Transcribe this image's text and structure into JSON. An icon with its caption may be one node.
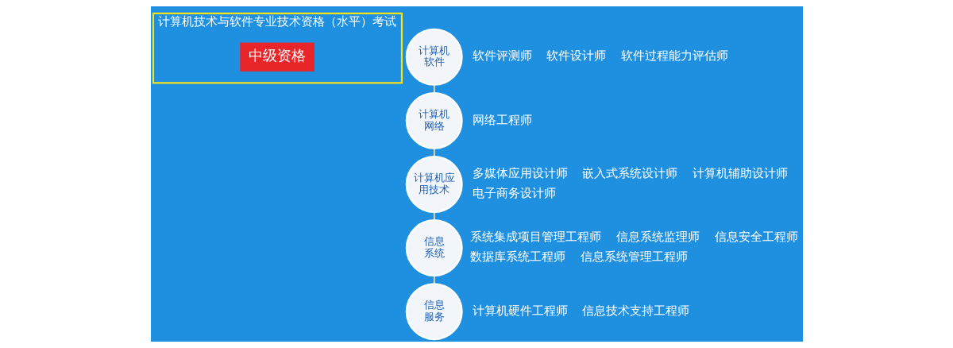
{
  "diagram": {
    "nodes": [
      {
        "text": [
          "计算机技术与软件专业技术资格（水平）考试"
        ]
      },
      {
        "text": [
          "中级资格"
        ],
        "in": 0
      },
      {
        "text": [
          "计算机软件"
        ],
        "beside": [
          "软件评测师",
          "软件设计师",
          "软件过程能力评估师"
        ]
      },
      {
        "text": [
          "计算机网络"
        ],
        "beside": [
          "网络工程师"
        ]
      },
      {
        "text": [
          "计算机应用技术"
        ],
        "beside": [
          "多媒体应用设计师",
          "嵌入式系统设计师",
          "计算机辅助设计师",
          "电子商务设计师"
        ]
      },
      {
        "text": [
          "信息系统"
        ],
        "beside": [
          "系统集成项目管理工程师",
          "信息系统监理师",
          "信息安全工程师",
          "数据库系统工程师",
          "信息系统管理工程师"
        ]
      },
      {
        "text": [
          "信息服务"
        ],
        "beside": [
          "计算机硬件工程师",
          "信息技术支持工程师"
        ]
      }
    ],
    "edges": [
      {
        "from": 2,
        "to": 3,
        "arrow": "none"
      },
      {
        "from": 3,
        "to": 4,
        "arrow": "none"
      },
      {
        "from": 4,
        "to": 5,
        "arrow": "none"
      },
      {
        "from": 5,
        "to": 6,
        "arrow": "none"
      }
    ]
  }
}
